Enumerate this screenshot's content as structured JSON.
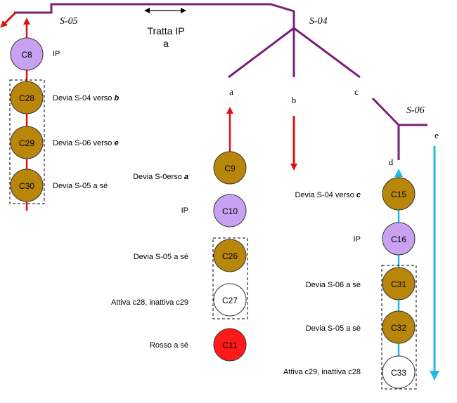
{
  "switches": {
    "s05": "S-05",
    "s04": "S-04",
    "s06": "S-06"
  },
  "tratta": {
    "line1": "Tratta IP",
    "line2": "a"
  },
  "branches": {
    "a": "a",
    "b": "b",
    "c": "c",
    "d": "d",
    "e": "e"
  },
  "colors": {
    "track": "#7a1f7a",
    "arrow_red": "#dd1111",
    "arrow_cyan": "#22bbdd",
    "gold": "#b8860b",
    "lilac": "#c8a2f0",
    "red": "#ff1a1a",
    "white": "#ffffff"
  },
  "col1": {
    "circles": [
      "C8",
      "C28",
      "C29",
      "C30"
    ],
    "labels": [
      "IP",
      "Devia S-04 verso ",
      "Devia S-06 verso ",
      "Devia S-05 a sé"
    ],
    "bold": [
      "",
      "b",
      "e",
      ""
    ]
  },
  "col2": {
    "circles": [
      "C9",
      "C10",
      "C26",
      "C27",
      "C11"
    ],
    "labels": [
      "Devia S-0erso ",
      "IP",
      "Devia S-05 a sé",
      "Attiva c28, inattiva c29",
      "Rosso a sé"
    ],
    "bold": [
      "a",
      "",
      "",
      "",
      ""
    ]
  },
  "col3": {
    "circles": [
      "C15",
      "C16",
      "C31",
      "C32",
      "C33"
    ],
    "labels": [
      "Devia S-04 verso ",
      "IP",
      "Devia S-06 a sè",
      "Devia S-05 a sè",
      "Attiva c29, inattiva c28"
    ],
    "bold": [
      "c",
      "",
      "",
      "",
      ""
    ]
  }
}
